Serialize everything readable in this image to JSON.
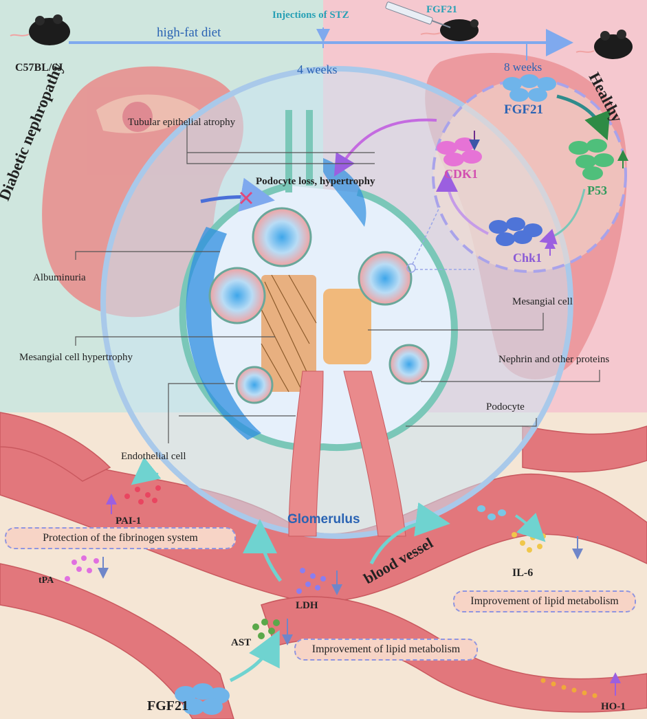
{
  "timeline": {
    "strain": "C57BL/6J",
    "diet": "high-fat diet",
    "injection": "Injections of STZ",
    "treatment": "FGF21",
    "week4": "4 weeks",
    "week8": "8 weeks"
  },
  "sides": {
    "left": "Diabetic nephropathy",
    "right": "Healthy"
  },
  "pathway": {
    "fgf21": "FGF21",
    "cdk1": "CDK1",
    "p53": "P53",
    "chk1": "Chk1"
  },
  "glomerulus": {
    "title": "Glomerulus",
    "tubular": "Tubular epithelial atrophy",
    "podocyte_loss": "Podocyte loss, hypertrophy",
    "albuminuria": "Albuminuria",
    "mesangial_cell": "Mesangial cell",
    "mesangial_hypertrophy": "Mesangial cell hypertrophy",
    "nephrin": "Nephrin and other proteins",
    "podocyte": "Podocyte",
    "endothelial": "Endothelial cell"
  },
  "vessel": {
    "title": "blood vessel",
    "pai1": "PAI-1",
    "tpa": "tPA",
    "fibrinogen": "Protection of the fibrinogen system",
    "ldh": "LDH",
    "ast": "AST",
    "il6": "IL-6",
    "ho1": "HO-1",
    "fgf21": "FGF21",
    "lipid_right": "Improvement of lipid metabolism",
    "lipid_bottom": "Improvement of lipid metabolism"
  }
}
